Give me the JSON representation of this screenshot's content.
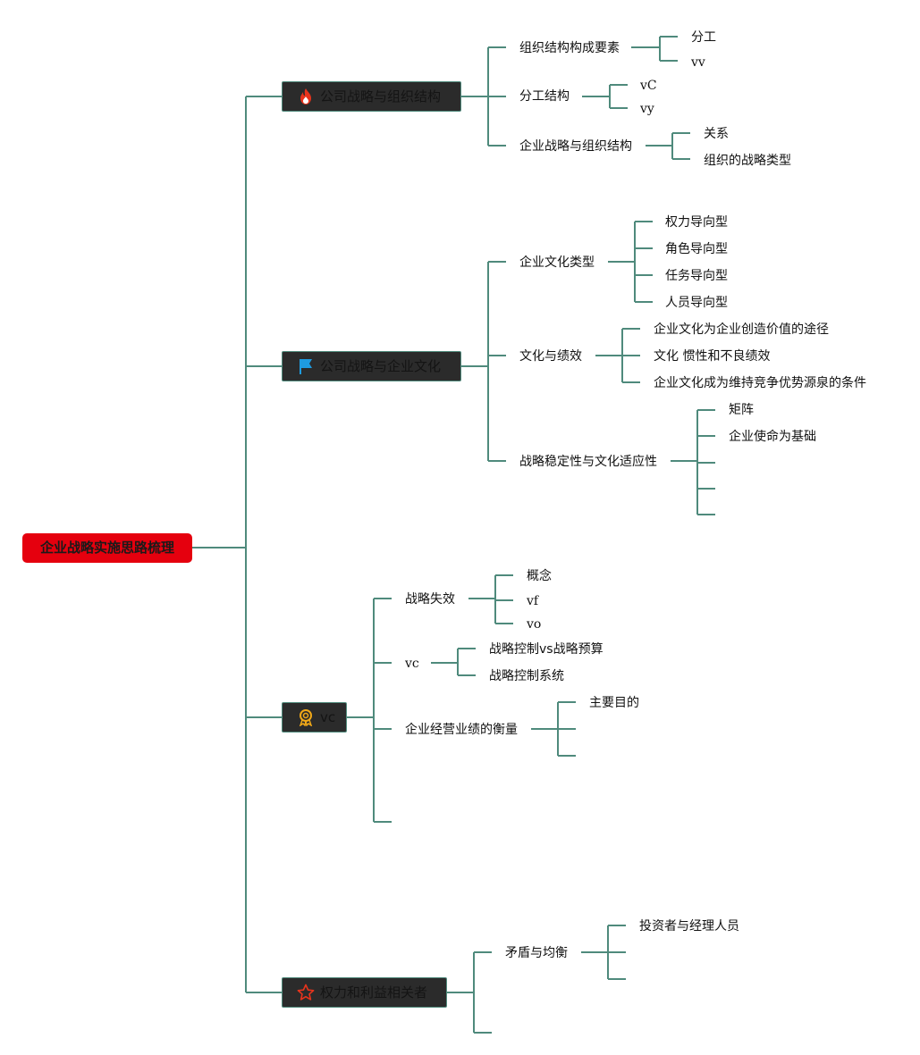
{
  "colors": {
    "line": "#4f8a7c",
    "root_bg": "#e5000e",
    "topic_bg": "#2b2b2b"
  },
  "root": {
    "label": "企业战略实施思路梳理"
  },
  "topics": [
    {
      "label": "公司战略与组织结构",
      "icon": "fire-icon",
      "children": [
        {
          "label": "组织结构构成要素",
          "children": [
            "分工",
            "vv"
          ]
        },
        {
          "label": "分工结构",
          "children": [
            "vC",
            "vy"
          ]
        },
        {
          "label": "企业战略与组织结构",
          "children": [
            "关系",
            "组织的战略类型"
          ]
        }
      ]
    },
    {
      "label": "公司战略与企业文化",
      "icon": "flag-icon",
      "children": [
        {
          "label": "企业文化类型",
          "children": [
            "权力导向型",
            "角色导向型",
            "任务导向型",
            "人员导向型"
          ]
        },
        {
          "label": "文化与绩效",
          "children": [
            "企业文化为企业创造价值的途径",
            "文化 惯性和不良绩效",
            "企业文化成为维持竞争优势源泉的条件"
          ]
        },
        {
          "label": "战略稳定性与文化适应性",
          "children": [
            "矩阵",
            "企业使命为基础",
            "",
            "",
            ""
          ]
        }
      ]
    },
    {
      "label": "vc",
      "icon": "award-ribbon-icon",
      "children": [
        {
          "label": "战略失效",
          "children": [
            "概念",
            "vf",
            "vo"
          ]
        },
        {
          "label": "vc",
          "children": [
            "战略控制vs战略预算",
            "战略控制系统"
          ]
        },
        {
          "label": "企业经营业绩的衡量",
          "children": [
            "主要目的",
            "",
            ""
          ]
        },
        {
          "label": "",
          "children": []
        }
      ]
    },
    {
      "label": "权力和利益相关者",
      "icon": "star-icon",
      "children": [
        {
          "label": "矛盾与均衡",
          "children": [
            "投资者与经理人员",
            "",
            ""
          ]
        },
        {
          "label": "",
          "children": []
        }
      ]
    }
  ]
}
